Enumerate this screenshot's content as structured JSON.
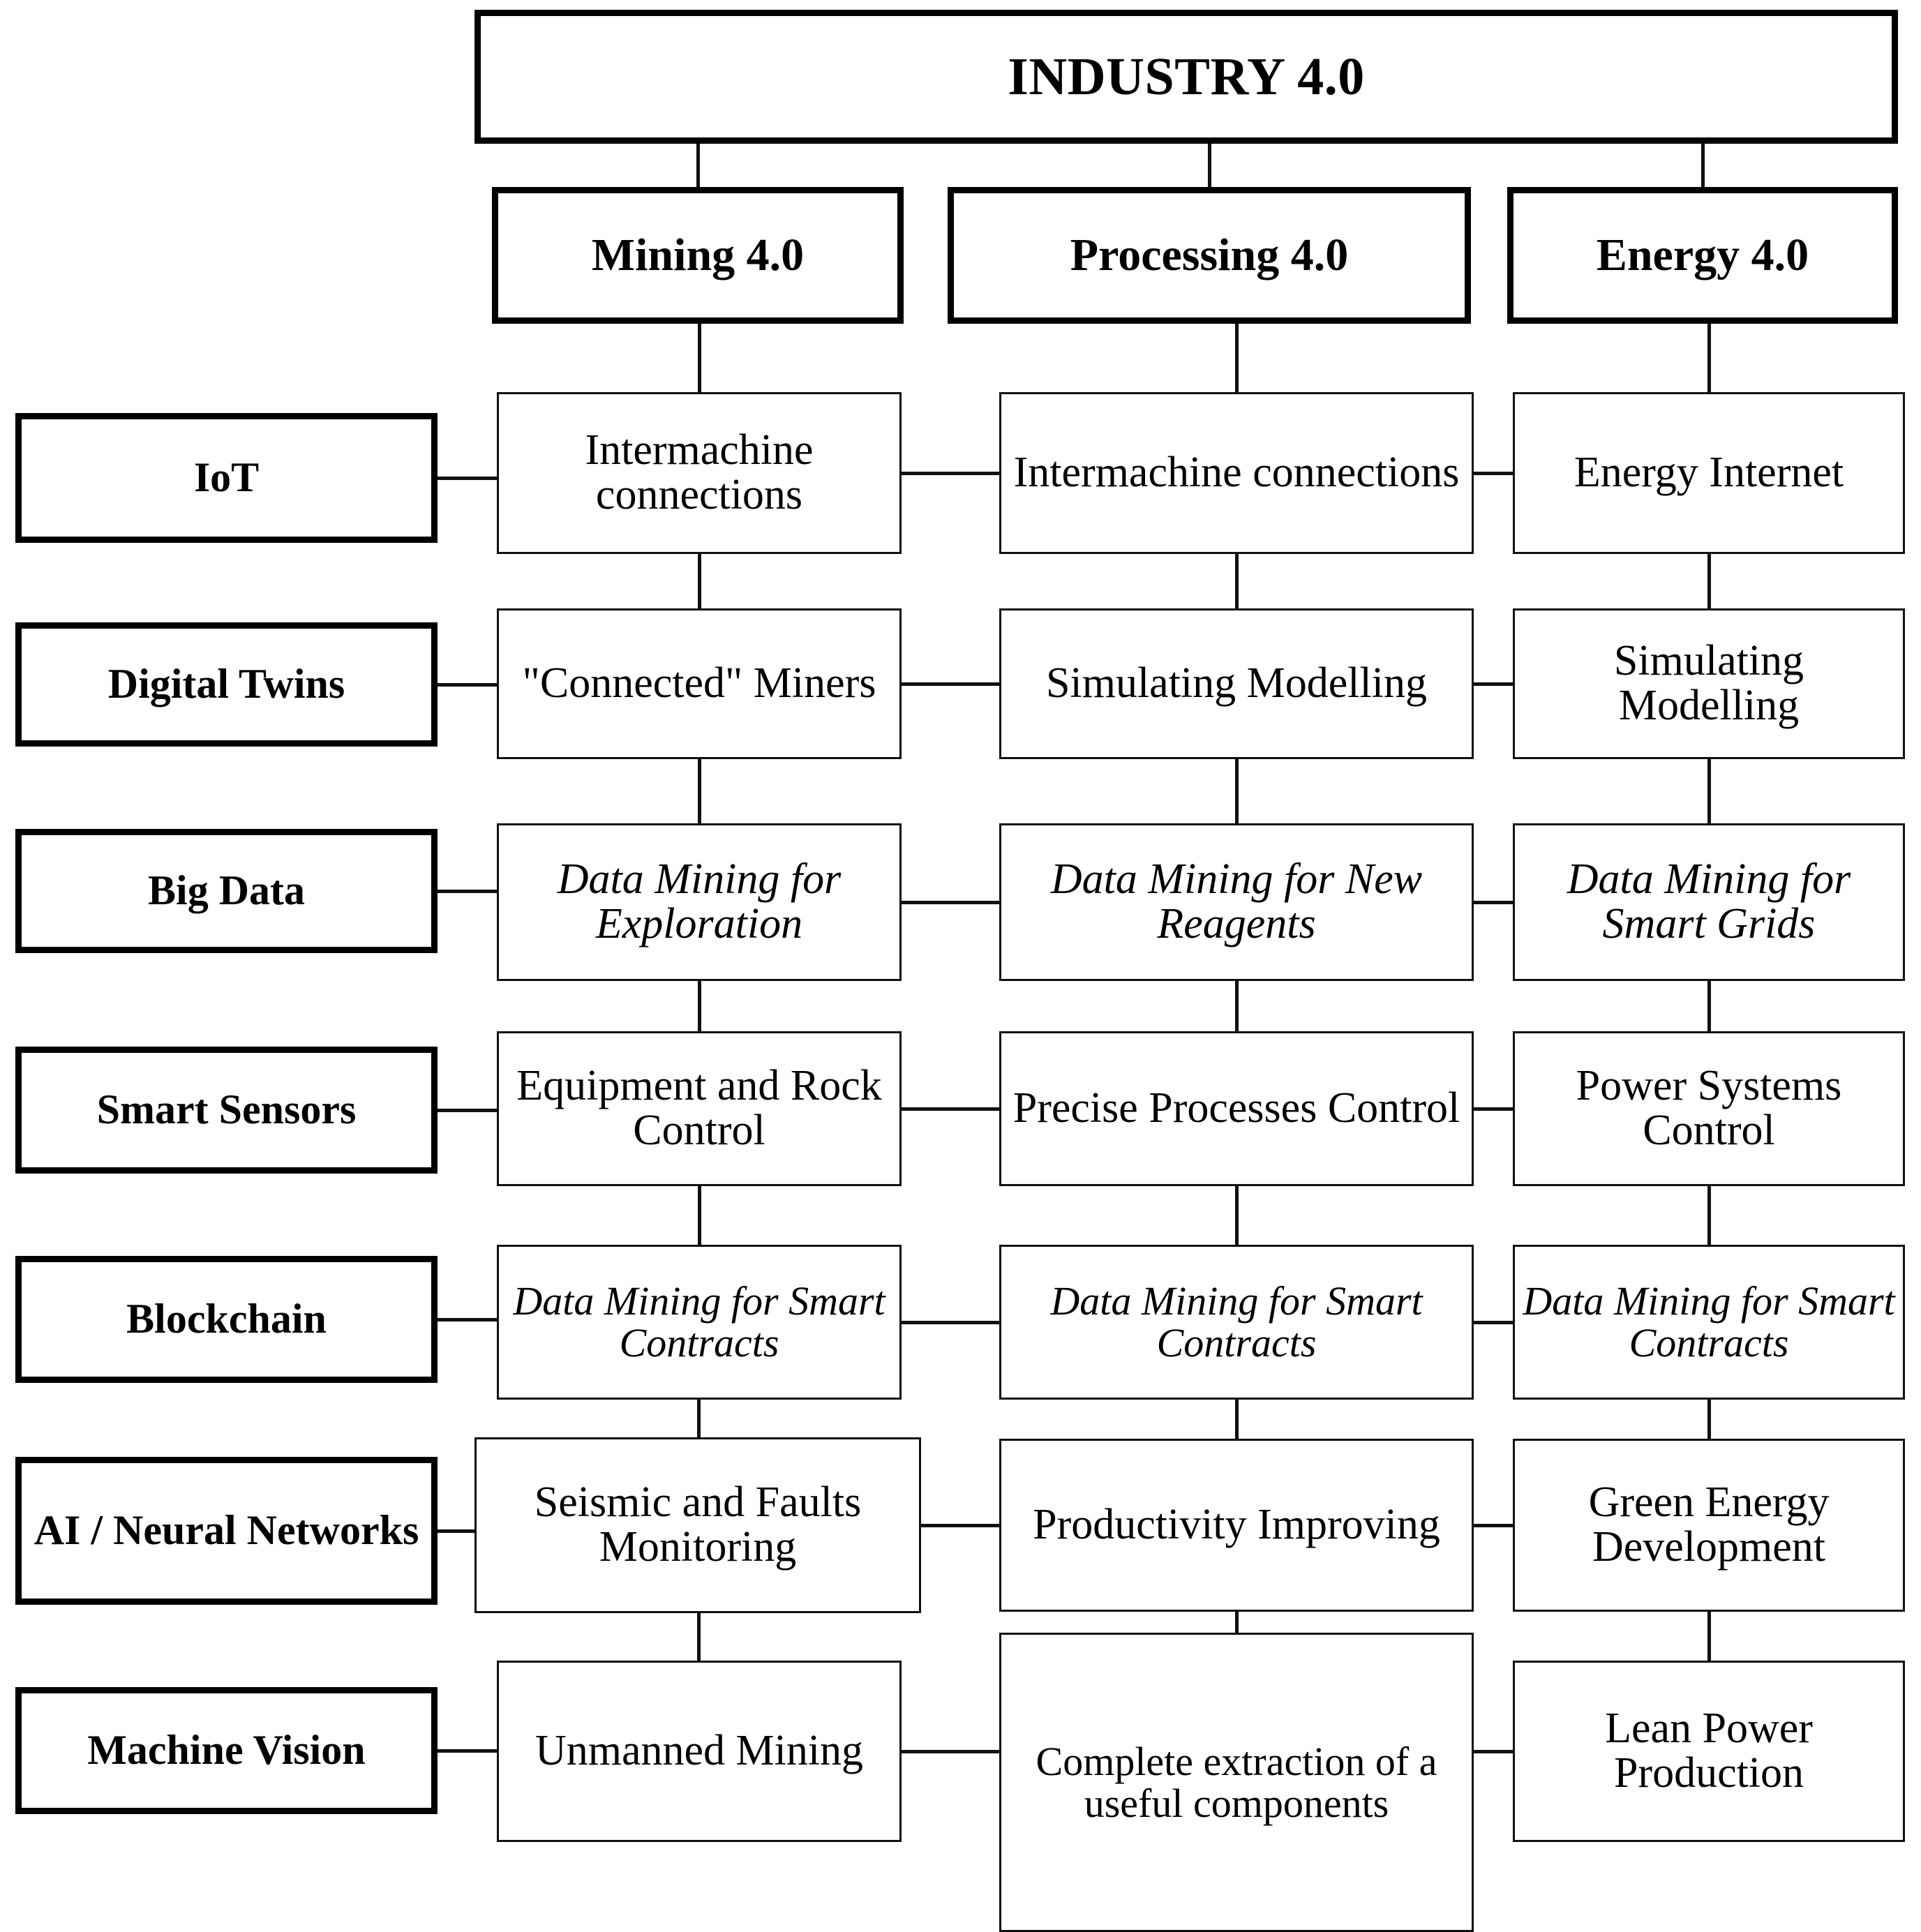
{
  "diagram": {
    "title": "INDUSTRY 4.0",
    "columns": [
      {
        "id": "mining",
        "label": "Mining 4.0"
      },
      {
        "id": "processing",
        "label": "Processing 4.0"
      },
      {
        "id": "energy",
        "label": "Energy 4.0"
      }
    ],
    "rows": [
      {
        "label": "IoT",
        "cells": [
          {
            "text": "Intermachine connections",
            "italic": false
          },
          {
            "text": "Intermachine connections",
            "italic": false
          },
          {
            "text": "Energy Internet",
            "italic": false
          }
        ]
      },
      {
        "label": "Digital Twins",
        "cells": [
          {
            "text": "\"Connected\" Miners",
            "italic": false
          },
          {
            "text": "Simulating Modelling",
            "italic": false
          },
          {
            "text": "Simulating Modelling",
            "italic": false
          }
        ]
      },
      {
        "label": "Big Data",
        "cells": [
          {
            "text": "Data Mining for Exploration",
            "italic": true
          },
          {
            "text": "Data Mining for New Reagents",
            "italic": true
          },
          {
            "text": "Data Mining for Smart Grids",
            "italic": true
          }
        ]
      },
      {
        "label": "Smart Sensors",
        "cells": [
          {
            "text": "Equipment and Rock Control",
            "italic": false
          },
          {
            "text": "Precise Processes Control",
            "italic": false
          },
          {
            "text": "Power Systems Control",
            "italic": false
          }
        ]
      },
      {
        "label": "Blockchain",
        "cells": [
          {
            "text": "Data Mining for Smart Contracts",
            "italic": true
          },
          {
            "text": "Data Mining for Smart Contracts",
            "italic": true
          },
          {
            "text": "Data Mining for Smart Contracts",
            "italic": true
          }
        ]
      },
      {
        "label": "AI / Neural Networks",
        "cells": [
          {
            "text": "Seismic and Faults Monitoring",
            "italic": false
          },
          {
            "text": "Productivity Improving",
            "italic": false
          },
          {
            "text": "Green Energy Development",
            "italic": false
          }
        ]
      },
      {
        "label": "Machine Vision",
        "cells": [
          {
            "text": "Unmanned Mining",
            "italic": false
          },
          {
            "text": "Complete extraction of a useful components",
            "italic": false
          },
          {
            "text": "Lean Power Production",
            "italic": false
          }
        ]
      }
    ],
    "colors": {
      "line": "#111111",
      "box_fill": "#ffffff",
      "text": "#000000"
    }
  }
}
